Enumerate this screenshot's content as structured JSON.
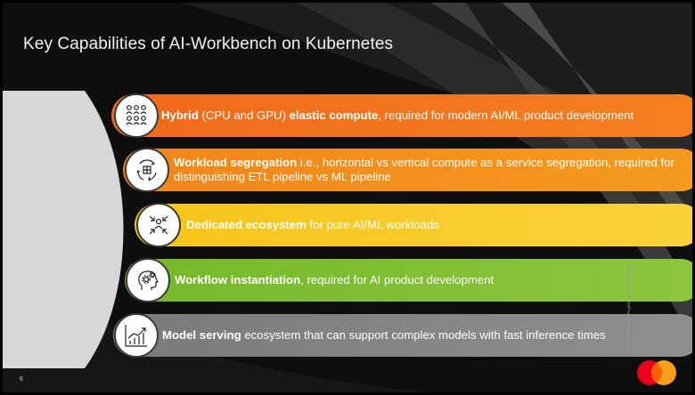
{
  "slide": {
    "title": "Key Capabilities of AI-Workbench on Kubernetes",
    "page_number": "6",
    "confidential_note": "©2021 Mastercard. Proprietary and Confidential",
    "logo_colors": {
      "left": "#eb001b",
      "overlap": "#ff5f00",
      "right": "#f79e1b"
    }
  },
  "capabilities": [
    {
      "icon": "people-network-icon",
      "color": "#f26f1d",
      "parts": [
        {
          "text": "Hybrid",
          "bold": true
        },
        {
          "text": " (CPU and GPU) ",
          "bold": false
        },
        {
          "text": "elastic compute",
          "bold": true
        },
        {
          "text": ", required for modern AI/ML product development",
          "bold": false
        }
      ]
    },
    {
      "icon": "segregation-cycle-icon",
      "color": "#f39020",
      "parts": [
        {
          "text": "Workload segregation",
          "bold": true
        },
        {
          "text": " i.e., horizontal vs vertical compute as a service segregation, required for distinguishing ETL pipeline vs ML pipeline",
          "bold": false
        }
      ]
    },
    {
      "icon": "focus-arrows-icon",
      "color": "#f7c928",
      "parts": [
        {
          "text": "Dedicated ecosystem",
          "bold": true
        },
        {
          "text": " for pure AI/ML workloads",
          "bold": false
        }
      ]
    },
    {
      "icon": "head-gears-icon",
      "color": "#7fbf33",
      "parts": [
        {
          "text": "Workflow instantiation",
          "bold": true
        },
        {
          "text": ", required for AI product development",
          "bold": false
        }
      ]
    },
    {
      "icon": "growth-chart-icon",
      "color": "#858585",
      "parts": [
        {
          "text": "Model serving",
          "bold": true
        },
        {
          "text": " ecosystem that can support complex models with fast inference times",
          "bold": false
        }
      ]
    }
  ]
}
